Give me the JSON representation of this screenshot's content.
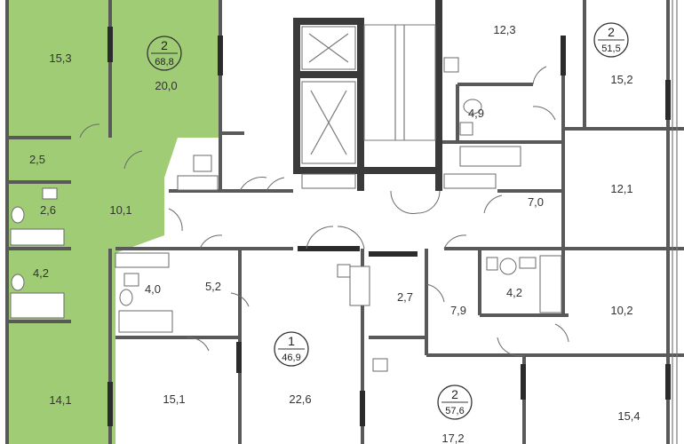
{
  "colors": {
    "highlight": "#9fcc75",
    "wall": "#595959",
    "core": "#3a3a3a",
    "text": "#333333"
  },
  "apartments": [
    {
      "rooms": "2",
      "area": "68,8",
      "highlighted": true
    },
    {
      "rooms": "2",
      "area": "51,5",
      "highlighted": false
    },
    {
      "rooms": "1",
      "area": "46,9",
      "highlighted": false
    },
    {
      "rooms": "2",
      "area": "57,6",
      "highlighted": false
    }
  ],
  "room_areas": [
    "15,3",
    "20,0",
    "2,5",
    "2,6",
    "10,1",
    "4,2",
    "14,1",
    "12,3",
    "4,9",
    "15,2",
    "12,1",
    "7,0",
    "4,0",
    "5,2",
    "15,1",
    "22,6",
    "2,7",
    "7,9",
    "4,2",
    "10,2",
    "15,4",
    "17,2"
  ],
  "icons": [
    "elevator-icon",
    "stairs-icon",
    "door-swing-icon",
    "bathtub-icon",
    "toilet-icon",
    "sink-icon",
    "window-icon"
  ]
}
